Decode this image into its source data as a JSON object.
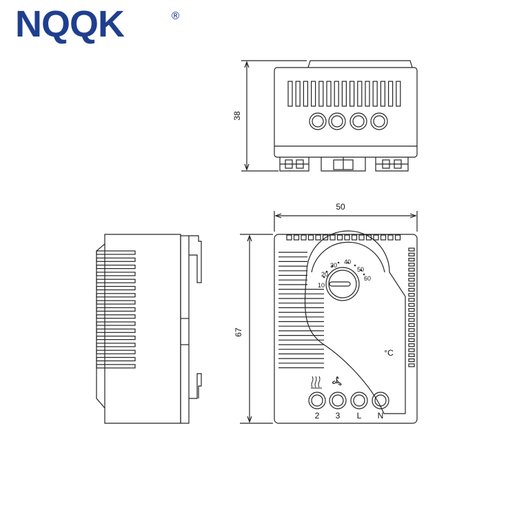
{
  "brand": {
    "name": "NQQK",
    "registered_mark": "®",
    "color": "#1f3f8e"
  },
  "drawing": {
    "line_color": "#222222",
    "dimensions": {
      "height_top": "38",
      "width_front": "50",
      "height_front": "67"
    },
    "dial_scale": [
      "10",
      "20",
      "30",
      "40",
      "50",
      "60"
    ],
    "unit": "°C",
    "terminals": [
      "2",
      "3",
      "L",
      "N"
    ],
    "symbols": {
      "heater": "heater-icon",
      "fan": "fan-icon"
    }
  }
}
